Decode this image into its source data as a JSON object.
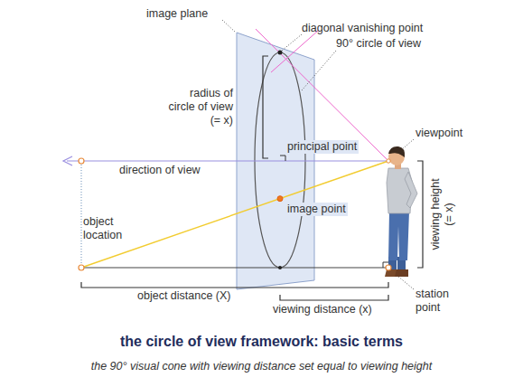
{
  "diagram": {
    "title": "the circle of view framework: basic terms",
    "caption": "the 90° visual cone with viewing distance set equal to viewing height",
    "labels": [
      "image plane",
      "diagonal vanishing point",
      "90° circle of view",
      "radius of circle of view (= x)",
      "principal point",
      "viewpoint",
      "direction of view",
      "image point",
      "object location",
      "viewing height (= x)",
      "object distance (X)",
      "viewing distance (x)",
      "station point"
    ]
  }
}
